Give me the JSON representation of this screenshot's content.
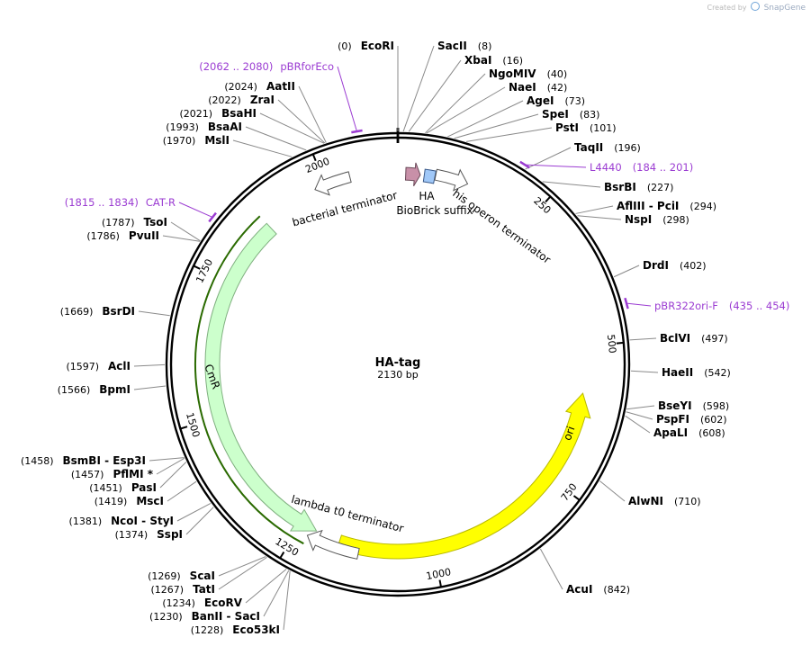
{
  "watermark": {
    "prefix": "Created by",
    "brand": "SnapGene"
  },
  "plasmid": {
    "name": "HA-tag",
    "length_label": "2130 bp",
    "length": 2130
  },
  "ticks": [
    "250",
    "500",
    "750",
    "1000",
    "1250",
    "1500",
    "1750",
    "2000"
  ],
  "features": [
    {
      "name": "ori",
      "start": 585,
      "end": 1173,
      "strand": -1,
      "color": "#ffff00",
      "stroke": "#b8b800"
    },
    {
      "name": "CmR",
      "start": 1219,
      "end": 1876,
      "strand": -1,
      "color": "#ccffcc",
      "stroke": "#80b080"
    },
    {
      "name": "HA",
      "start": 14,
      "end": 40,
      "strand": 1,
      "color": "#c890a8",
      "stroke": "#6a4858"
    },
    {
      "name": "BioBrick suffix",
      "start": 47,
      "end": 66,
      "strand": 0,
      "color": "#a0c8f8",
      "stroke": "#3a5a8a"
    },
    {
      "name": "his operon terminator",
      "start": 67,
      "end": 125,
      "strand": 1,
      "color": "#ffffff",
      "stroke": "#555555"
    },
    {
      "name": "lambda t0 terminator",
      "start": 1135,
      "end": 1230,
      "strand": 1,
      "color": "#ffffff",
      "stroke": "#555555"
    },
    {
      "name": "bacterial terminator",
      "start": 1980,
      "end": 2045,
      "strand": -1,
      "color": "#ffffff",
      "stroke": "#555555"
    }
  ],
  "sites": [
    {
      "name": "EcoRI",
      "pos": "(0)",
      "side": "left",
      "anchor": 0
    },
    {
      "name": "SacII",
      "pos": "(8)",
      "side": "right",
      "anchor": 8
    },
    {
      "name": "XbaI",
      "pos": "(16)",
      "side": "right",
      "anchor": 16
    },
    {
      "name": "NgoMIV",
      "pos": "(40)",
      "side": "right",
      "anchor": 40
    },
    {
      "name": "NaeI",
      "pos": "(42)",
      "side": "right",
      "anchor": 42
    },
    {
      "name": "AgeI",
      "pos": "(73)",
      "side": "right",
      "anchor": 73
    },
    {
      "name": "SpeI",
      "pos": "(83)",
      "side": "right",
      "anchor": 83
    },
    {
      "name": "PstI",
      "pos": "(101)",
      "side": "right",
      "anchor": 101
    },
    {
      "name": "TaqII",
      "pos": "(196)",
      "side": "right",
      "anchor": 196
    },
    {
      "name": "BsrBI",
      "pos": "(227)",
      "side": "right",
      "anchor": 227
    },
    {
      "name": "AflIII - PciI",
      "pos": "(294)",
      "side": "right",
      "anchor": 294
    },
    {
      "name": "NspI",
      "pos": "(298)",
      "side": "right",
      "anchor": 298
    },
    {
      "name": "DrdI",
      "pos": "(402)",
      "side": "right",
      "anchor": 402
    },
    {
      "name": "BclVI",
      "pos": "(497)",
      "side": "right",
      "anchor": 497
    },
    {
      "name": "HaeII",
      "pos": "(542)",
      "side": "right",
      "anchor": 542
    },
    {
      "name": "BseYI",
      "pos": "(598)",
      "side": "right",
      "anchor": 598
    },
    {
      "name": "PspFI",
      "pos": "(602)",
      "side": "right",
      "anchor": 602
    },
    {
      "name": "ApaLI",
      "pos": "(608)",
      "side": "right",
      "anchor": 608
    },
    {
      "name": "AlwNI",
      "pos": "(710)",
      "side": "right",
      "anchor": 710
    },
    {
      "name": "AcuI",
      "pos": "(842)",
      "side": "right",
      "anchor": 842
    },
    {
      "name": "ScaI",
      "pos": "(1269)",
      "side": "left",
      "anchor": 1269
    },
    {
      "name": "TatI",
      "pos": "(1267)",
      "side": "left",
      "anchor": 1267
    },
    {
      "name": "EcoRV",
      "pos": "(1234)",
      "side": "left",
      "anchor": 1234
    },
    {
      "name": "BanII - SacI",
      "pos": "(1230)",
      "side": "left",
      "anchor": 1230
    },
    {
      "name": "Eco53kI",
      "pos": "(1228)",
      "side": "left",
      "anchor": 1228
    },
    {
      "name": "NcoI - StyI",
      "pos": "(1381)",
      "side": "left",
      "anchor": 1381
    },
    {
      "name": "SspI",
      "pos": "(1374)",
      "side": "left",
      "anchor": 1374
    },
    {
      "name": "MscI",
      "pos": "(1419)",
      "side": "left",
      "anchor": 1419
    },
    {
      "name": "PasI",
      "pos": "(1451)",
      "side": "left",
      "anchor": 1451
    },
    {
      "name": "PflMI *",
      "pos": "(1457)",
      "side": "left",
      "anchor": 1457
    },
    {
      "name": "BsmBI - Esp3I",
      "pos": "(1458)",
      "side": "left",
      "anchor": 1458
    },
    {
      "name": "BpmI",
      "pos": "(1566)",
      "side": "left",
      "anchor": 1566
    },
    {
      "name": "AclI",
      "pos": "(1597)",
      "side": "left",
      "anchor": 1597
    },
    {
      "name": "BsrDI",
      "pos": "(1669)",
      "side": "left",
      "anchor": 1669
    },
    {
      "name": "PvuII",
      "pos": "(1786)",
      "side": "left",
      "anchor": 1786
    },
    {
      "name": "TsoI",
      "pos": "(1787)",
      "side": "left",
      "anchor": 1787
    },
    {
      "name": "MslI",
      "pos": "(1970)",
      "side": "left",
      "anchor": 1970
    },
    {
      "name": "BsaAI",
      "pos": "(1993)",
      "side": "left",
      "anchor": 1993
    },
    {
      "name": "BsaHI",
      "pos": "(2021)",
      "side": "left",
      "anchor": 2021
    },
    {
      "name": "ZraI",
      "pos": "(2022)",
      "side": "left",
      "anchor": 2022
    },
    {
      "name": "AatII",
      "pos": "(2024)",
      "side": "left",
      "anchor": 2024
    }
  ],
  "primers": [
    {
      "name": "pBRforEco",
      "range": "(2062 .. 2080)",
      "side": "left",
      "anchor": 2071
    },
    {
      "name": "CAT-R",
      "range": "(1815 .. 1834)",
      "side": "left",
      "anchor": 1825
    },
    {
      "name": "L4440",
      "range": "(184 .. 201)",
      "side": "right",
      "anchor": 192
    },
    {
      "name": "pBR322ori-F",
      "range": "(435 .. 454)",
      "side": "right",
      "anchor": 444
    }
  ]
}
